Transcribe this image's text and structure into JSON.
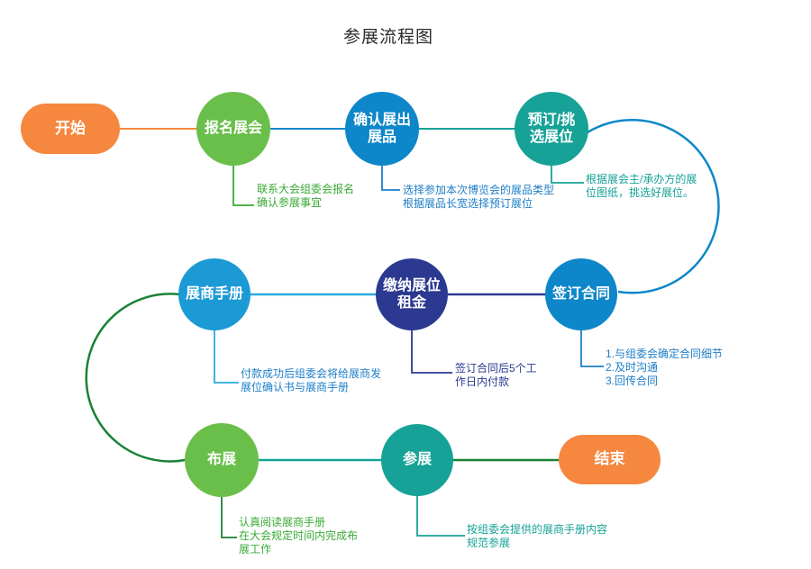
{
  "title": "参展流程图",
  "palette": {
    "orange": "#f6873e",
    "green": "#6abf4b",
    "blue": "#0d87c9",
    "light_blue": "#1b9ad6",
    "teal": "#16a296",
    "navy": "#2b3990",
    "edge_orange": "#f6873e",
    "edge_blue": "#0d87c9",
    "edge_teal": "#16a296",
    "edge_navy": "#2b3990",
    "edge_light_blue": "#29abe2",
    "edge_dark_green": "#1a8136",
    "ann_green": "#3aaa35",
    "ann_blue": "#1d7ec7",
    "title_color": "#2b2b2b"
  },
  "flow_order": [
    "start",
    "signup",
    "confirm_exhibits",
    "book_booth",
    "sign_contract",
    "pay_rent",
    "manual",
    "setup",
    "attend",
    "end"
  ],
  "nodes": {
    "start": {
      "label": "开始"
    },
    "signup": {
      "label": "报名展会",
      "note": "联系大会组委会报名\n确认参展事宜"
    },
    "confirm_exhibits": {
      "label": "确认展出\n展品",
      "note": "选择参加本次博览会的展品类型\n根据展品长宽选择预订展位"
    },
    "book_booth": {
      "label": "预订/挑\n选展位",
      "note": "根据展会主/承办方的展\n位图纸，挑选好展位。"
    },
    "sign_contract": {
      "label": "签订合同",
      "note": "1.与组委会确定合同细节\n2.及时沟通\n3.回传合同"
    },
    "pay_rent": {
      "label": "缴纳展位\n租金",
      "note": "签订合同后5个工\n作日内付款"
    },
    "manual": {
      "label": "展商手册",
      "note": "付款成功后组委会将给展商发\n展位确认书与展商手册"
    },
    "setup": {
      "label": "布展",
      "note": "认真阅读展商手册\n在大会规定时间内完成布\n展工作"
    },
    "attend": {
      "label": "参展",
      "note": "按组委会提供的展商手册内容\n规范参展"
    },
    "end": {
      "label": "结束"
    }
  }
}
